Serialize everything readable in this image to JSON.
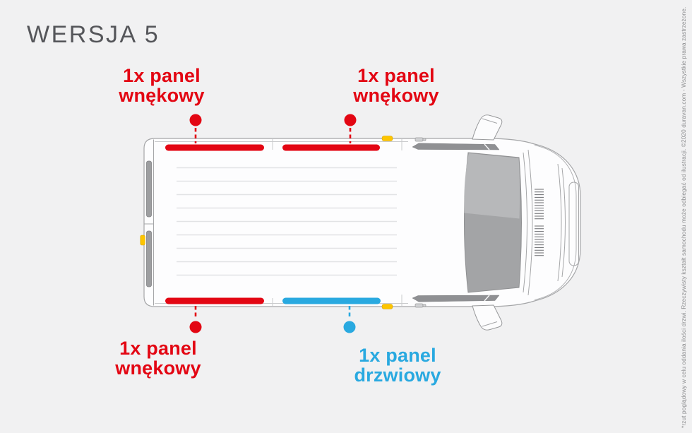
{
  "title": "WERSJA 5",
  "colors": {
    "red": "#e30613",
    "blue": "#29a9e0",
    "yellow": "#fdc500",
    "gray_title": "#55565a",
    "note": "#8d8e90",
    "bg": "#f1f1f2"
  },
  "labels": {
    "top_left": {
      "line1": "1x panel",
      "line2": "wnękowy",
      "color": "red"
    },
    "top_right": {
      "line1": "1x panel",
      "line2": "wnękowy",
      "color": "red"
    },
    "bottom_left": {
      "line1": "1x panel",
      "line2": "wnękowy",
      "color": "red"
    },
    "bottom_right": {
      "line1": "1x panel",
      "line2": "drzwiowy",
      "color": "blue"
    }
  },
  "footnote": "*rzut poglądowy w celu oddania ilości drzwi. Rzeczywisty kształt samochodu może odbiegać od ilustracji. ©2020 duravan.com - Wszystkie prawa zastrzeżone.",
  "diagram": {
    "type": "van-top-view",
    "panels": [
      {
        "qty": "1x",
        "name": "panel wnękowy",
        "color": "red",
        "position": "top-left"
      },
      {
        "qty": "1x",
        "name": "panel wnękowy",
        "color": "red",
        "position": "top-right"
      },
      {
        "qty": "1x",
        "name": "panel wnękowy",
        "color": "red",
        "position": "bottom-left"
      },
      {
        "qty": "1x",
        "name": "panel drzwiowy",
        "color": "blue",
        "position": "bottom-right"
      }
    ]
  }
}
